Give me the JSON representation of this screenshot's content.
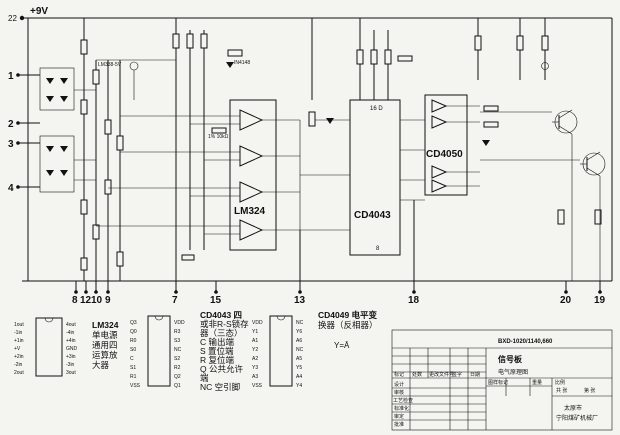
{
  "supply": {
    "node": "22",
    "voltage": "+9V"
  },
  "terminals": {
    "left": [
      "1",
      "2",
      "3",
      "4"
    ],
    "bottom": [
      "8",
      "12",
      "10",
      "9",
      "7",
      "15",
      "13",
      "18",
      "20",
      "19"
    ]
  },
  "chips": {
    "lm324": {
      "label": "LM324"
    },
    "cd4043": {
      "label": "CD4043",
      "vdd": "16 D"
    },
    "cd4050": {
      "label": "CD4050"
    }
  },
  "legends": {
    "lm324": {
      "pins_left": [
        "1out",
        "-1in",
        "+1in",
        "+V",
        "+2in",
        "-2in",
        "2out"
      ],
      "pins_right": [
        "4out",
        "-4in",
        "+4in",
        "GND",
        "+3in",
        "-3in",
        "3out"
      ],
      "desc": [
        "LM324",
        "单电源",
        "通用四",
        "运算放",
        "大器"
      ]
    },
    "cd4043": {
      "pins_left": [
        "Q3",
        "Q0",
        "R0",
        "S0",
        "C",
        "S1",
        "R1",
        "VSS"
      ],
      "pins_right": [
        "VDD",
        "R3",
        "S3",
        "NC",
        "S2",
        "R2",
        "Q2",
        "Q1"
      ],
      "desc": [
        "CD4043 四",
        "或非R-S锁存",
        "器（三态）",
        "C 输出端",
        "S 置位端",
        "R 复位端",
        "Q 公共允许",
        "端",
        "NC 空引脚"
      ]
    },
    "cd4049": {
      "pins_left": [
        "VDD",
        "Y1",
        "A1",
        "Y2",
        "A2",
        "Y3",
        "A3",
        "VSS"
      ],
      "pins_right": [
        "NC",
        "Y6",
        "A6",
        "NC",
        "A5",
        "Y5",
        "A4",
        "Y4"
      ],
      "desc": [
        "CD4049 电平变",
        "换器（反相器）"
      ],
      "formula": "Y=Ā"
    }
  },
  "title_block": {
    "drawing_no": "BXD-1020/1140,660",
    "board": "信号板",
    "drawing_type": "电气原理图",
    "org_city": "太原市",
    "org_name": "宁阳煤矿机械厂",
    "row_labels": [
      "标记",
      "处数",
      "更改文件号",
      "签字",
      "日期"
    ],
    "left_rows": [
      "设计",
      "审核",
      "工艺检查",
      "标准化",
      "审定",
      "批准"
    ],
    "right_header": [
      "图样标记",
      "重量",
      "比例"
    ],
    "right_row2": [
      "共 张",
      "第 张"
    ]
  }
}
